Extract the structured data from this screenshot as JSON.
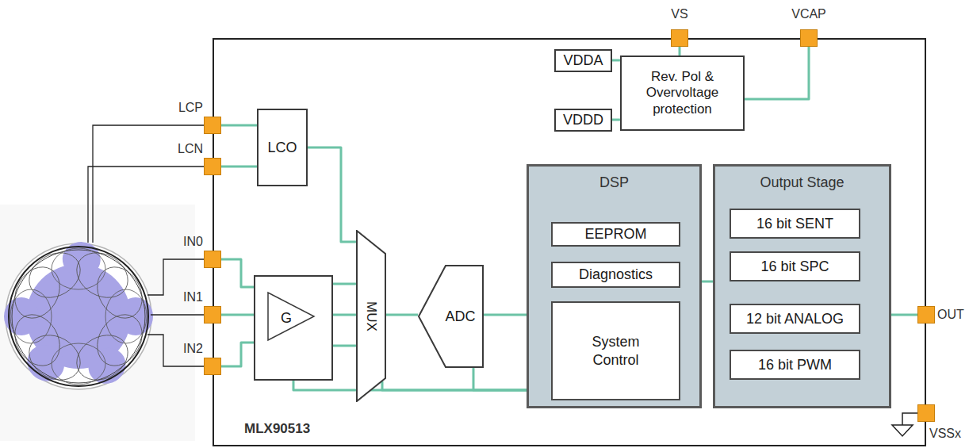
{
  "diagram": {
    "nodes": [
      {
        "text": [
          "MLX90513"
        ]
      },
      {
        "text": [
          "VS"
        ]
      },
      {
        "text": [
          "VCAP"
        ]
      },
      {
        "text": [
          "VDDA"
        ],
        "in": 0
      },
      {
        "text": [
          "VDDD"
        ],
        "in": 0
      },
      {
        "text": [
          "Rev. Pol & Overvoltage protection"
        ],
        "in": 0
      },
      {
        "text": [
          "LCP"
        ]
      },
      {
        "text": [
          "LCN"
        ]
      },
      {
        "text": [
          "LCO"
        ],
        "in": 0
      },
      {
        "text": [
          "IN0"
        ]
      },
      {
        "text": [
          "IN1"
        ]
      },
      {
        "text": [
          "IN2"
        ]
      },
      {
        "text": [
          "G"
        ],
        "in": 0
      },
      {
        "text": [
          "MUX"
        ],
        "in": 0
      },
      {
        "text": [
          "ADC"
        ],
        "in": 0
      },
      {
        "text": [
          "DSP"
        ],
        "in": 0
      },
      {
        "text": [
          "EEPROM"
        ],
        "in": 15
      },
      {
        "text": [
          "Diagnostics"
        ],
        "in": 15
      },
      {
        "text": [
          "System Control"
        ],
        "in": 15
      },
      {
        "text": [
          "Output Stage"
        ],
        "in": 0
      },
      {
        "text": [
          "16 bit SENT"
        ],
        "in": 19
      },
      {
        "text": [
          "16 bit SPC"
        ],
        "in": 19
      },
      {
        "text": [
          "12 bit ANALOG"
        ],
        "in": 19
      },
      {
        "text": [
          "16 bit PWM"
        ],
        "in": 19
      },
      {
        "text": [
          "OUT"
        ]
      },
      {
        "text": [
          "VSSx"
        ]
      }
    ],
    "edges": [
      {
        "from": 1,
        "to": 5,
        "arrow": "none"
      },
      {
        "from": 2,
        "to": 5,
        "arrow": "none"
      },
      {
        "from": 3,
        "to": 5,
        "arrow": "none"
      },
      {
        "from": 4,
        "to": 5,
        "arrow": "none"
      },
      {
        "from": 6,
        "to": 8,
        "arrow": "none"
      },
      {
        "from": 7,
        "to": 8,
        "arrow": "none"
      },
      {
        "from": 8,
        "to": 13,
        "arrow": "none"
      },
      {
        "from": 9,
        "to": 12,
        "arrow": "none"
      },
      {
        "from": 10,
        "to": 12,
        "arrow": "none"
      },
      {
        "from": 11,
        "to": 12,
        "arrow": "none"
      },
      {
        "from": 12,
        "to": 13,
        "arrow": "none"
      },
      {
        "from": 12,
        "to": 13,
        "arrow": "none"
      },
      {
        "from": 12,
        "to": 13,
        "arrow": "none"
      },
      {
        "from": 13,
        "to": 14,
        "arrow": "none"
      },
      {
        "from": 14,
        "to": 15,
        "arrow": "none"
      },
      {
        "from": 15,
        "to": 19,
        "arrow": "none"
      },
      {
        "from": 19,
        "to": 24,
        "arrow": "none"
      },
      {
        "from": 15,
        "to": 12,
        "arrow": "none"
      },
      {
        "from": 15,
        "to": 13,
        "arrow": "none"
      },
      {
        "from": 15,
        "to": 14,
        "arrow": "none"
      }
    ]
  }
}
